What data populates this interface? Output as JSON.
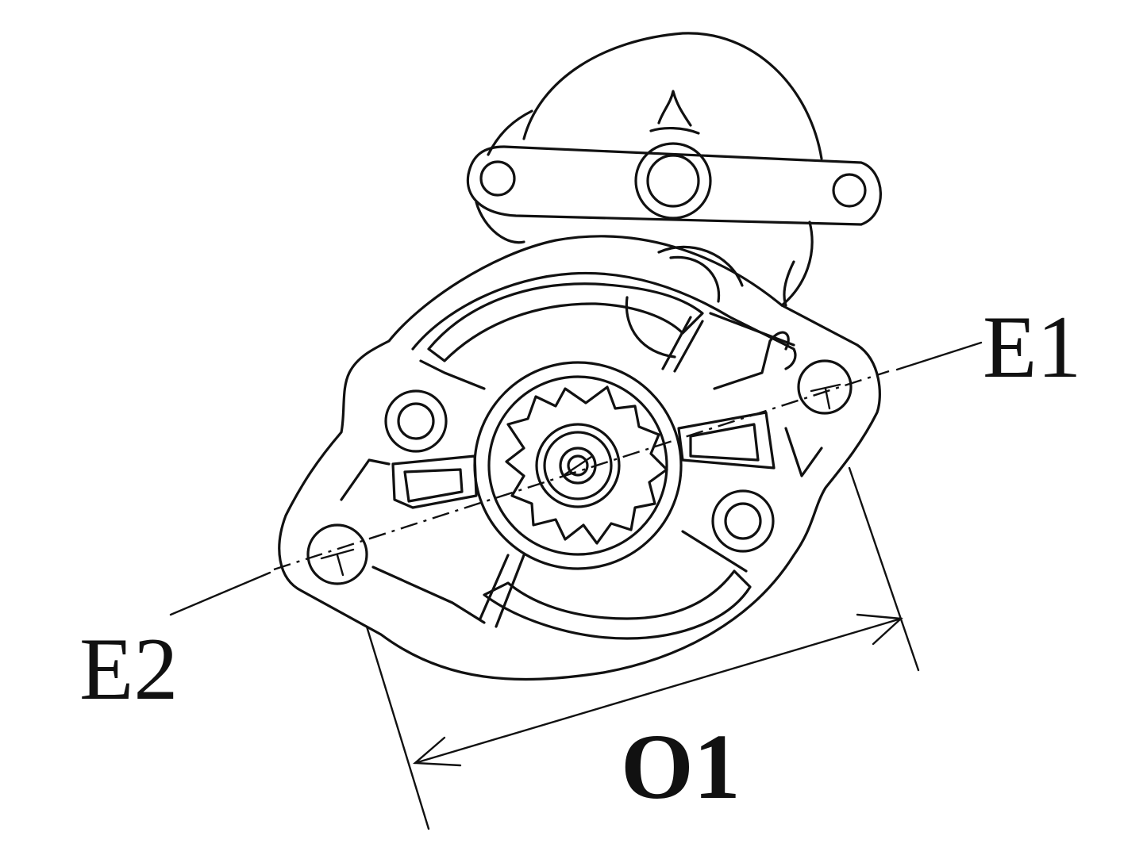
{
  "labels": {
    "e1": "E1",
    "e2": "E2",
    "o1": "O1"
  },
  "colors": {
    "line": "#111111",
    "background": "#ffffff"
  }
}
